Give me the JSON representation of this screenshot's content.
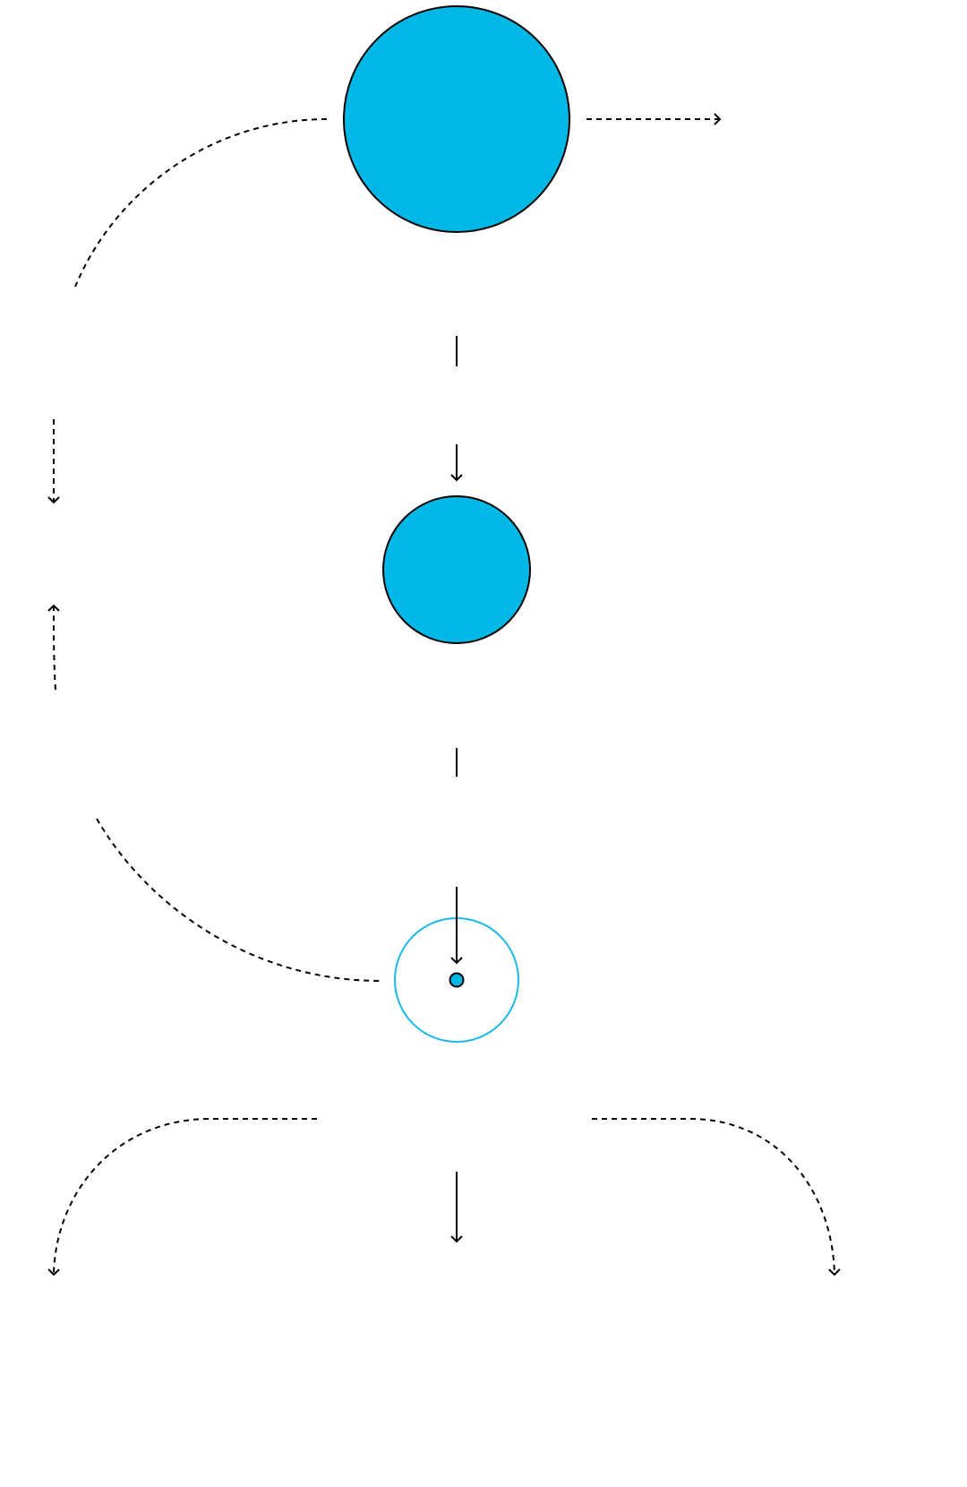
{
  "diagram": {
    "colors": {
      "fill": "#00b8e6",
      "stroke": "#000000",
      "ring": "#1ab8e6",
      "background": "#ffffff"
    },
    "nodes": [
      {
        "id": "large-circle",
        "style": "filled"
      },
      {
        "id": "medium-circle",
        "style": "filled"
      },
      {
        "id": "ring-with-core",
        "style": "outline-with-dot"
      }
    ],
    "connectors": [
      {
        "from": "large-circle",
        "to": "right-exit",
        "style": "dashed"
      },
      {
        "from": "large-circle",
        "to": "left-down",
        "style": "dashed"
      },
      {
        "from": "large-circle",
        "to": "medium-circle",
        "style": "solid"
      },
      {
        "from": "medium-circle",
        "to": "ring-with-core",
        "style": "solid"
      },
      {
        "from": "ring-with-core",
        "to": "left-up",
        "style": "dashed"
      },
      {
        "from": "ring-with-core",
        "to": "bottom",
        "style": "solid"
      },
      {
        "from": "ring-with-core",
        "to": "bottom-left",
        "style": "dashed"
      },
      {
        "from": "ring-with-core",
        "to": "bottom-right",
        "style": "dashed"
      }
    ]
  }
}
